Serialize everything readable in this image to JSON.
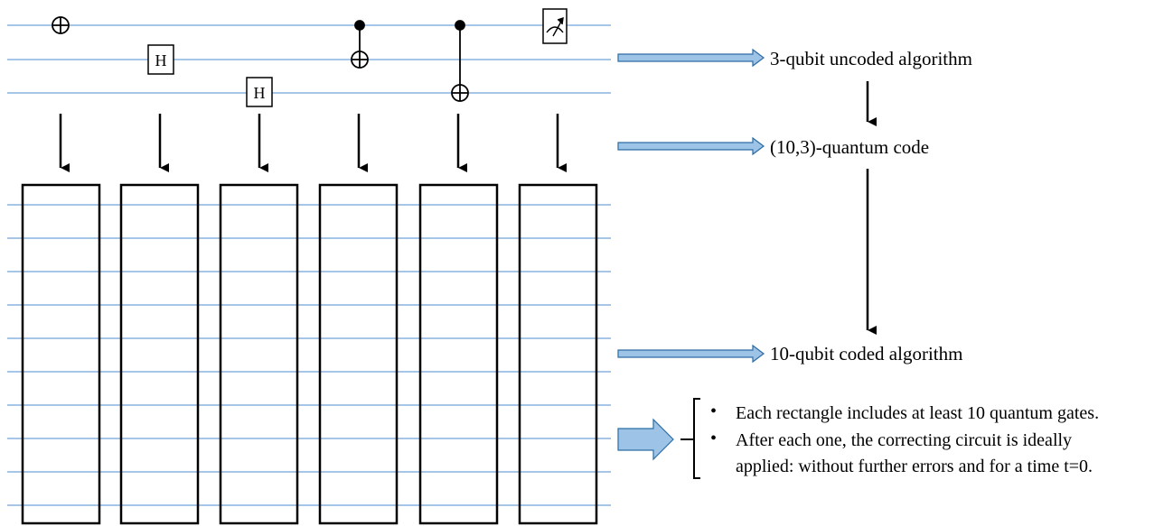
{
  "labels": {
    "uncoded": "3-qubit uncoded algorithm",
    "code": "(10,3)-quantum code",
    "coded": "10-qubit coded algorithm"
  },
  "gates": {
    "hadamard": "H"
  },
  "notes": {
    "bullet_char": "•",
    "bullet1": "Each rectangle includes at least 10 quantum gates.",
    "bullet2_line1": "After each one, the correcting circuit is ideally",
    "bullet2_line2": "applied: without further errors and for a time t=0."
  },
  "colors": {
    "wire": "#6fa3d6",
    "arrow_fill": "#9dc3e6",
    "arrow_stroke": "#2e6da4",
    "ink": "#000000"
  },
  "icons": {
    "xor": "circle-plus-icon",
    "control": "control-dot-icon",
    "measure": "meter-icon"
  }
}
